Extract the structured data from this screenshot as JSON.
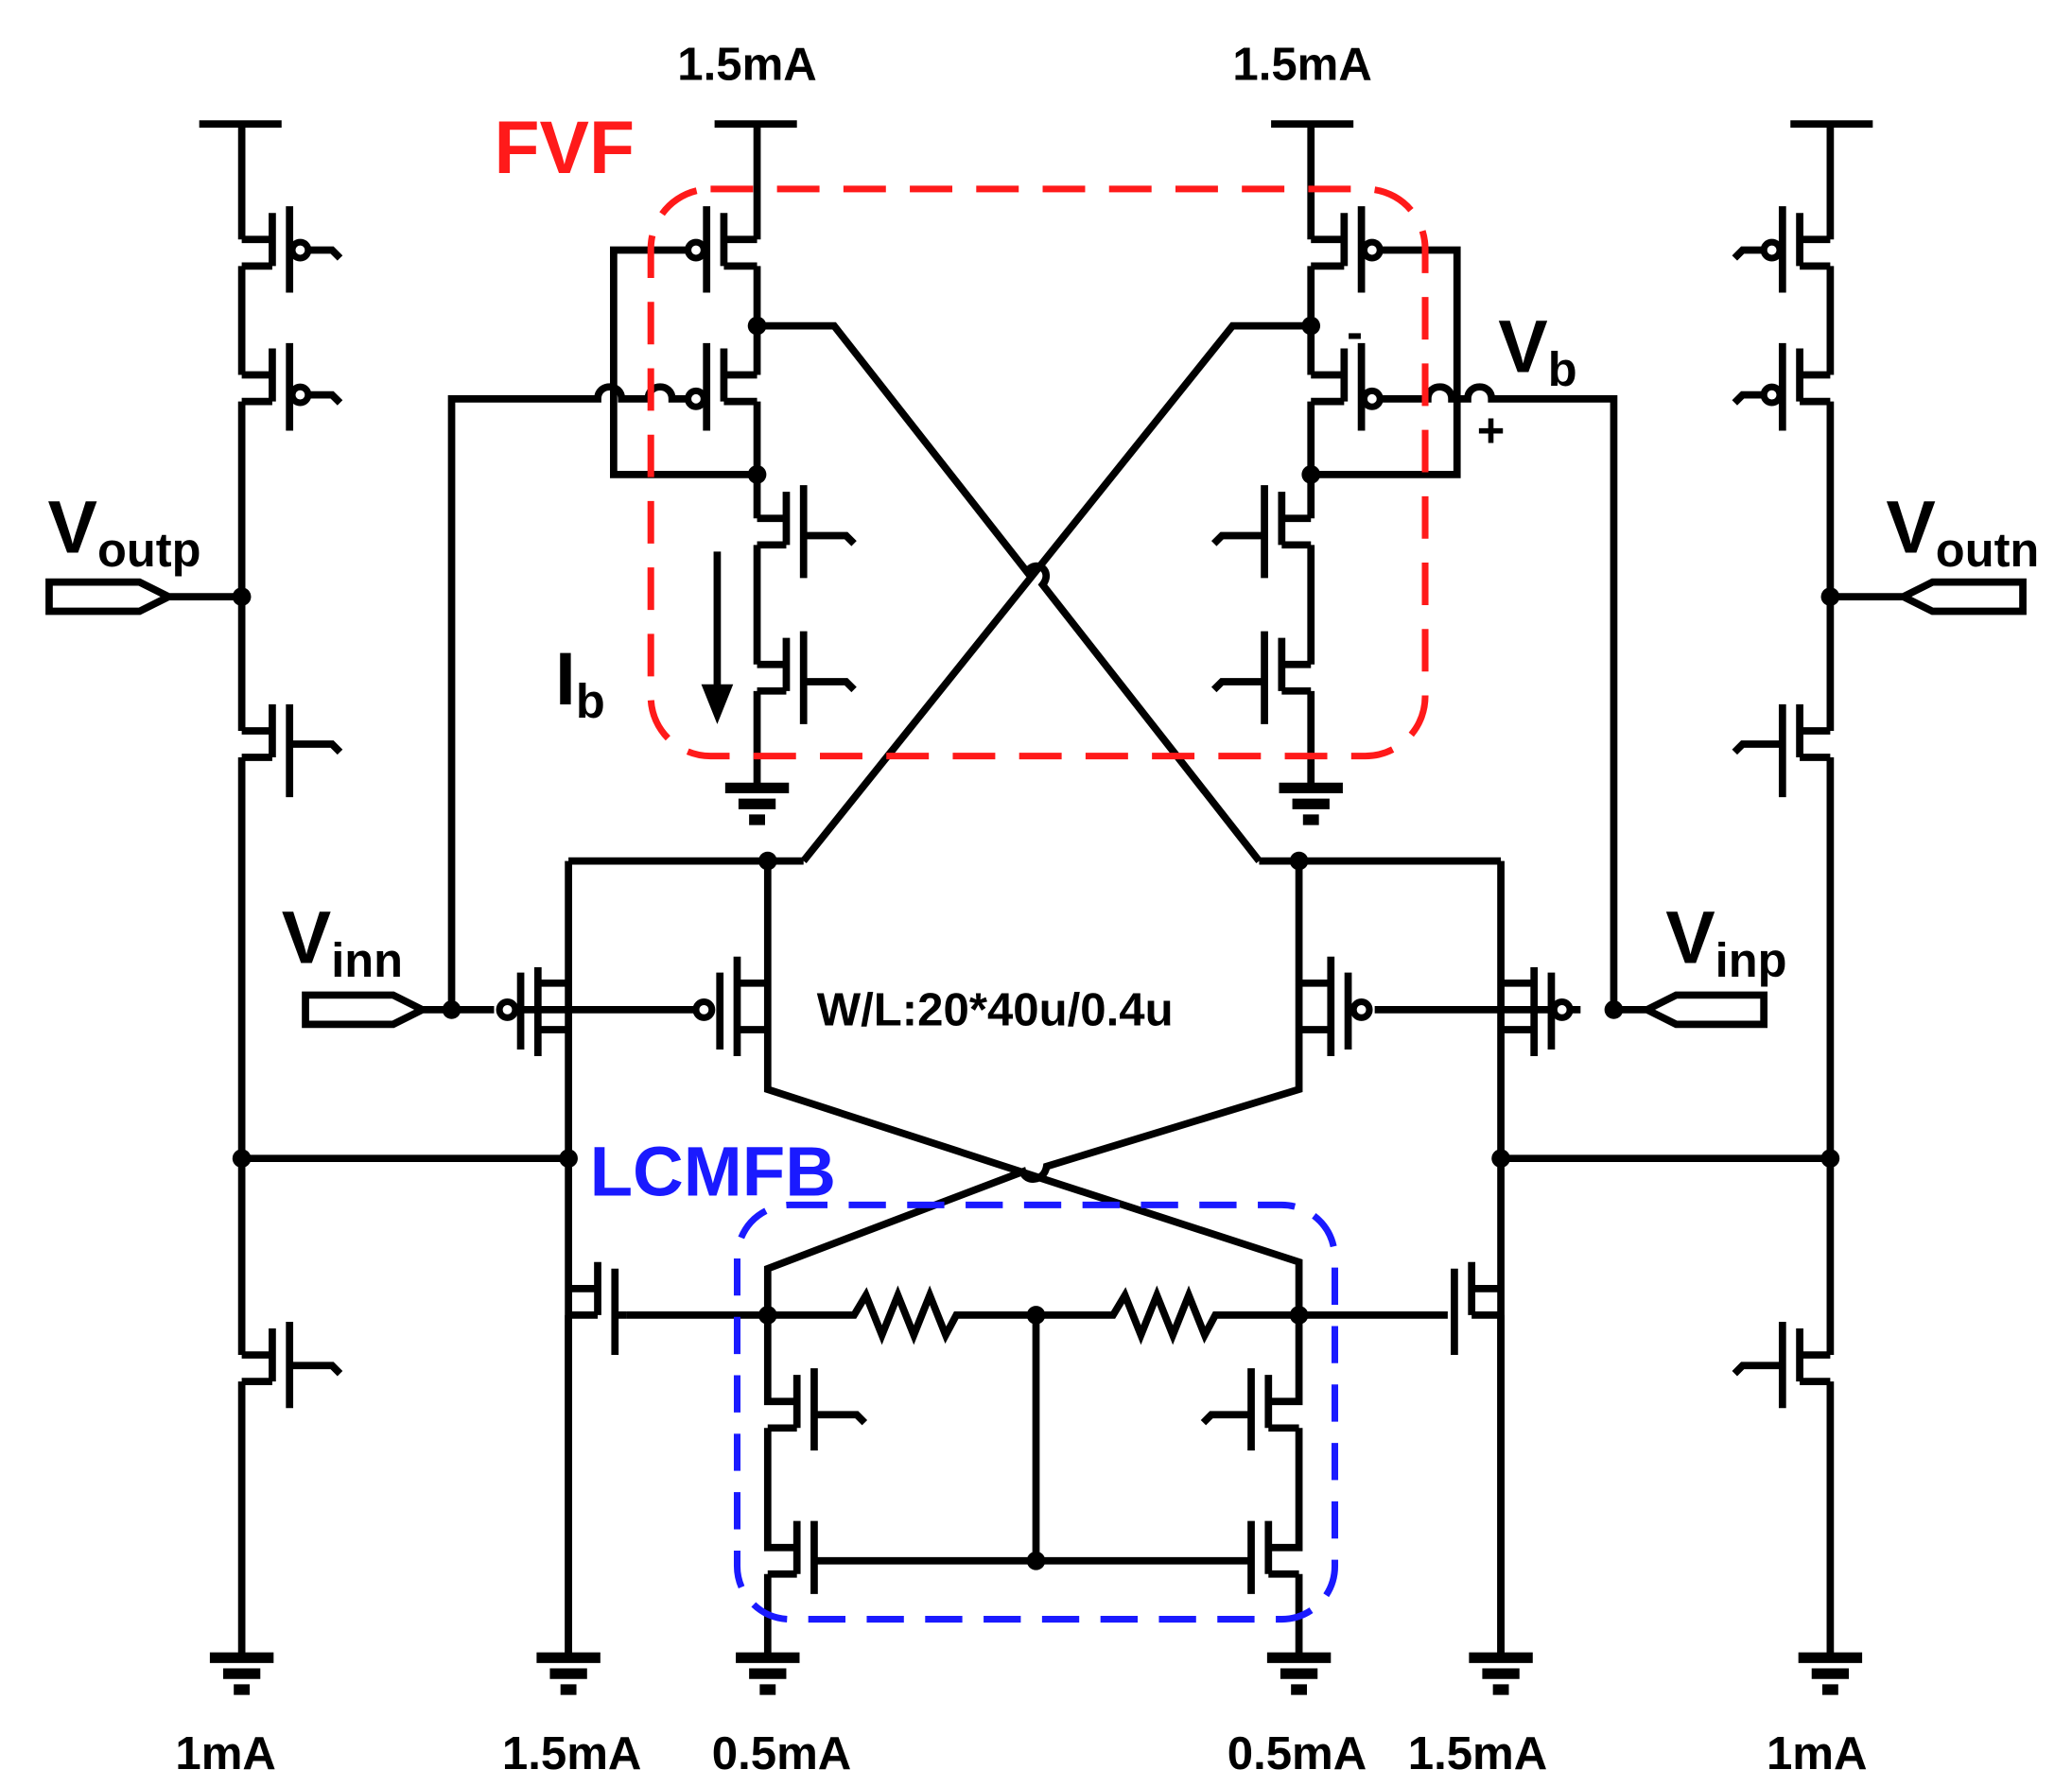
{
  "labels": {
    "fvf": "FVF",
    "lcmfb": "LCMFB",
    "vb_main": "V",
    "vb_sub": "b",
    "ib_main": "I",
    "ib_sub": "b",
    "plus": "+",
    "minus": "-",
    "wl": "W/L:20*40u/0.4u"
  },
  "ports": {
    "voutp": {
      "main": "V",
      "sub": "outp"
    },
    "voutn": {
      "main": "V",
      "sub": "outn"
    },
    "vinn": {
      "main": "V",
      "sub": "inn"
    },
    "vinp": {
      "main": "V",
      "sub": "inp"
    }
  },
  "currents": {
    "top_left": "1.5mA",
    "top_right": "1.5mA",
    "bottom": [
      "1mA",
      "1.5mA",
      "0.5mA",
      "0.5mA",
      "1.5mA",
      "1mA"
    ]
  },
  "colors": {
    "wire": "#000000",
    "fvf": "#ff1a1a",
    "lcmfb": "#1a1aff",
    "background": "#ffffff"
  }
}
